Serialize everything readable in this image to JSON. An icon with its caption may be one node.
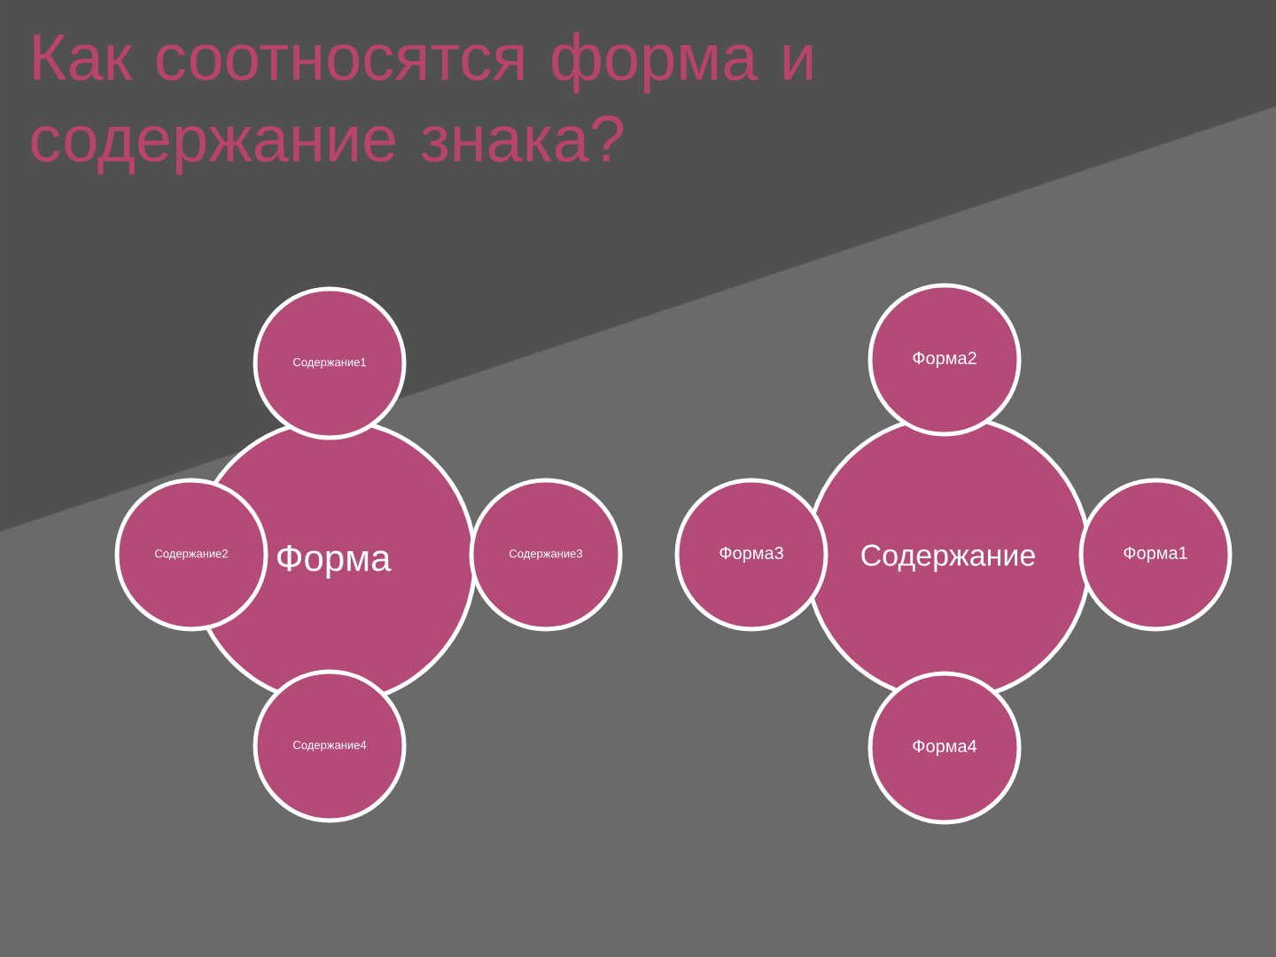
{
  "diagram": {
    "title": "Как соотносятся форма и содержание знака?",
    "nodes": [
      {
        "text": [
          "Содержание1"
        ]
      },
      {
        "text": [
          "Форма2"
        ]
      },
      {
        "text": [
          "Содержание2"
        ]
      },
      {
        "text": [
          "Форма"
        ]
      },
      {
        "text": [
          "Содержание3"
        ]
      },
      {
        "text": [
          "Форма3"
        ]
      },
      {
        "text": [
          "Содержание"
        ]
      },
      {
        "text": [
          "Форма1"
        ]
      },
      {
        "text": [
          "Содержание4"
        ]
      },
      {
        "text": [
          "Форма4"
        ]
      }
    ]
  }
}
